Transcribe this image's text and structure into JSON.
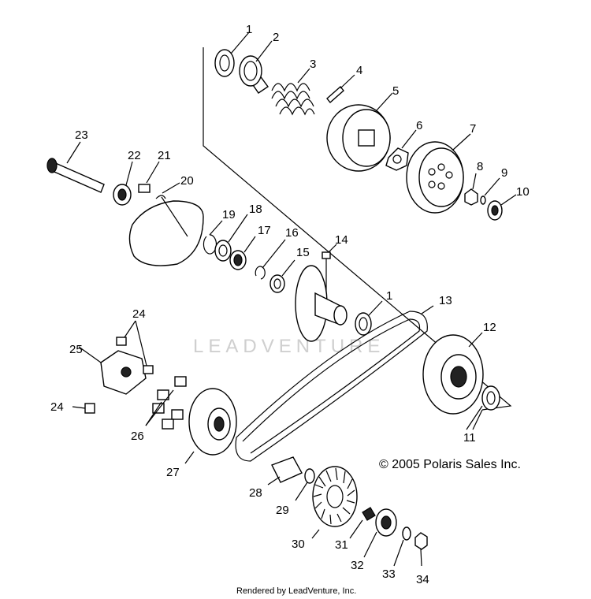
{
  "watermark": "LEADVENTURE",
  "copyright": "© 2005 Polaris Sales Inc.",
  "credit": "Rendered by LeadVenture, Inc.",
  "callouts": {
    "n1": "1",
    "n1b": "1",
    "n2": "2",
    "n3": "3",
    "n4": "4",
    "n5": "5",
    "n6": "6",
    "n7": "7",
    "n8": "8",
    "n9": "9",
    "n10": "10",
    "n11": "11",
    "n12": "12",
    "n13": "13",
    "n14": "14",
    "n15": "15",
    "n16": "16",
    "n17": "17",
    "n18": "18",
    "n19": "19",
    "n20": "20",
    "n21": "21",
    "n22": "22",
    "n23": "23",
    "n24": "24",
    "n24b": "24",
    "n25": "25",
    "n26": "26",
    "n27": "27",
    "n28": "28",
    "n29": "29",
    "n30": "30",
    "n31": "31",
    "n32": "32",
    "n33": "33",
    "n34": "34"
  }
}
